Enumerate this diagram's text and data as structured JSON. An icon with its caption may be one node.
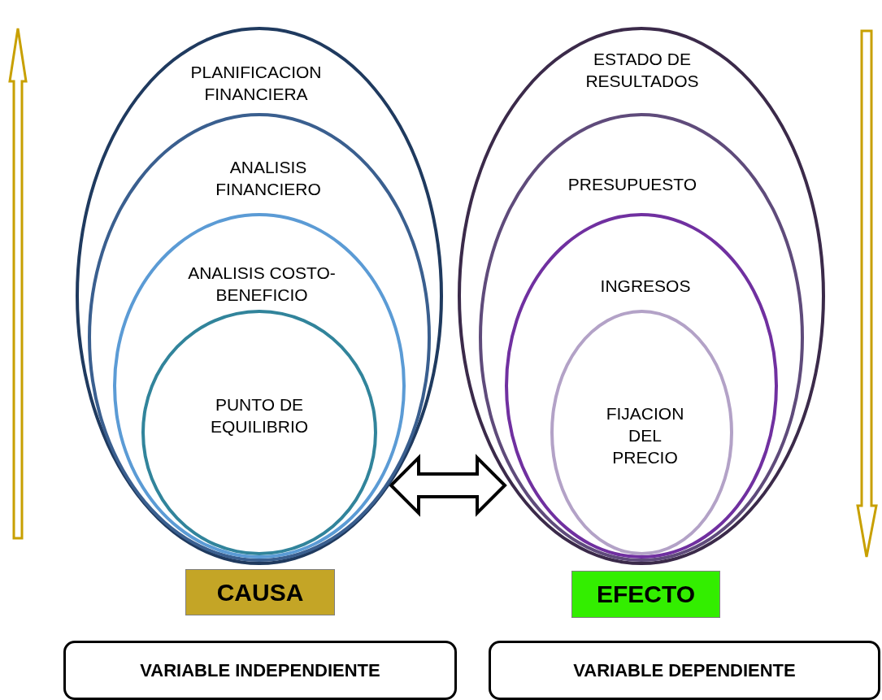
{
  "diagram": {
    "nodes": [
      {
        "text": [
          "PLANIFICACION FINANCIERA"
        ]
      },
      {
        "text": [
          "ANALISIS FINANCIERO"
        ],
        "in": 0
      },
      {
        "text": [
          "ANALISIS COSTO-BENEFICIO"
        ],
        "in": 1
      },
      {
        "text": [
          "PUNTO DE EQUILIBRIO"
        ],
        "in": 2
      },
      {
        "text": [
          "ESTADO DE RESULTADOS"
        ]
      },
      {
        "text": [
          "PRESUPUESTO"
        ],
        "in": 4
      },
      {
        "text": [
          "INGRESOS"
        ],
        "in": 5
      },
      {
        "text": [
          "FIJACION DEL PRECIO"
        ],
        "in": 6
      },
      {
        "text": [
          "CAUSA"
        ]
      },
      {
        "text": [
          "EFECTO"
        ]
      },
      {
        "text": [
          "VARIABLE INDEPENDIENTE"
        ]
      },
      {
        "text": [
          "VARIABLE DEPENDIENTE"
        ]
      }
    ],
    "edges": [
      {
        "from": 0,
        "to": 4,
        "arrow": "both"
      }
    ]
  }
}
